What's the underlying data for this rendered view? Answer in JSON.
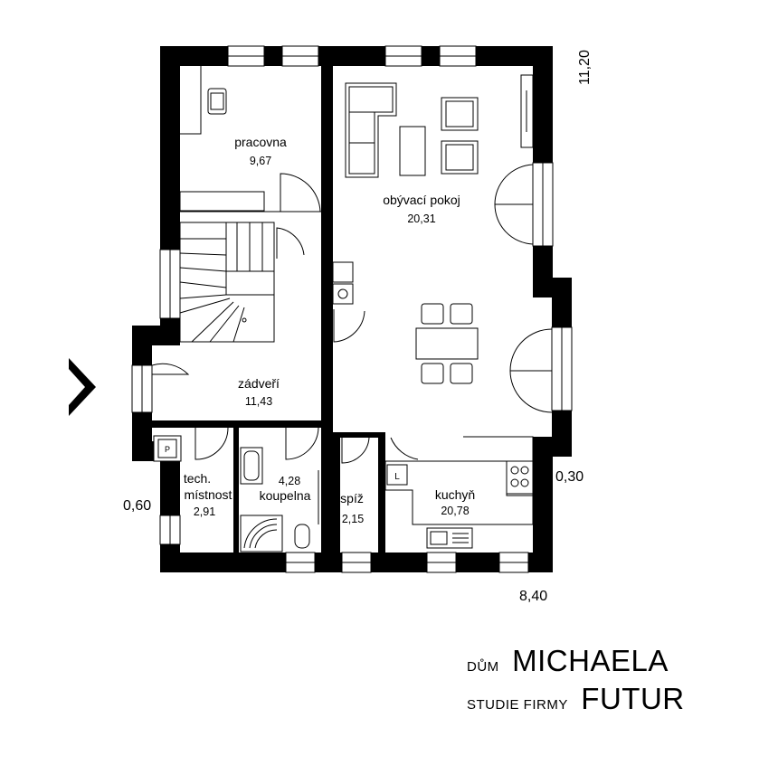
{
  "rooms": {
    "pracovna": {
      "name": "pracovna",
      "area": "9,67"
    },
    "obyvaci": {
      "name": "obývací pokoj",
      "area": "20,31"
    },
    "zadveri": {
      "name": "zádveří",
      "area": "11,43"
    },
    "tech": {
      "name_line1": "tech.",
      "name_line2": "místnost",
      "area": "2,91"
    },
    "koupelna": {
      "name": "koupelna",
      "area": "4,28"
    },
    "spiz": {
      "name": "spíž",
      "area": "2,15"
    },
    "kuchyn": {
      "name": "kuchyň",
      "area": "20,78"
    }
  },
  "dimensions": {
    "depth": "11,20",
    "width": "8,40",
    "right_offset": "0,30",
    "left_offset": "0,60"
  },
  "appliance_marks": {
    "boiler": "P",
    "fridge": "L"
  },
  "title_block": {
    "line1_small": "DŮM",
    "line1_big": "MICHAELA",
    "line2_small": "STUDIE FIRMY",
    "line2_big": "FUTUR"
  }
}
